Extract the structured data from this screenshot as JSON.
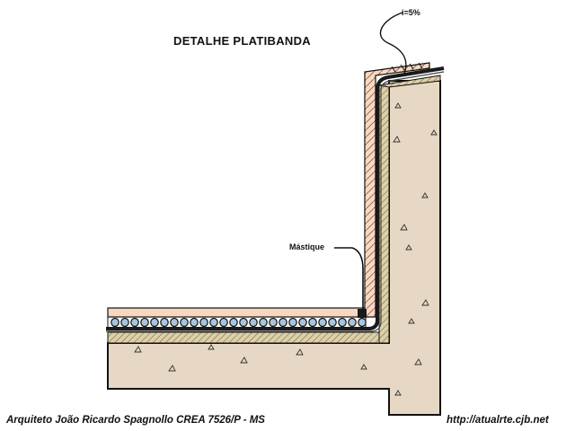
{
  "title": "DETALHE PLATIBANDA",
  "labels": {
    "slope": "i=5%",
    "mastique": "Mástique"
  },
  "footer": {
    "author": "Arquiteto João Ricardo Spagnollo CREA 7526/P - MS",
    "url": "http://atualrte.cjb.net"
  },
  "colors": {
    "concrete": "#e6d8c4",
    "protection": "#f7d7c0",
    "mortar_hatch": "#c9b88f",
    "membrane": "#1a1a1a",
    "drainage": "#a9c4dc"
  }
}
